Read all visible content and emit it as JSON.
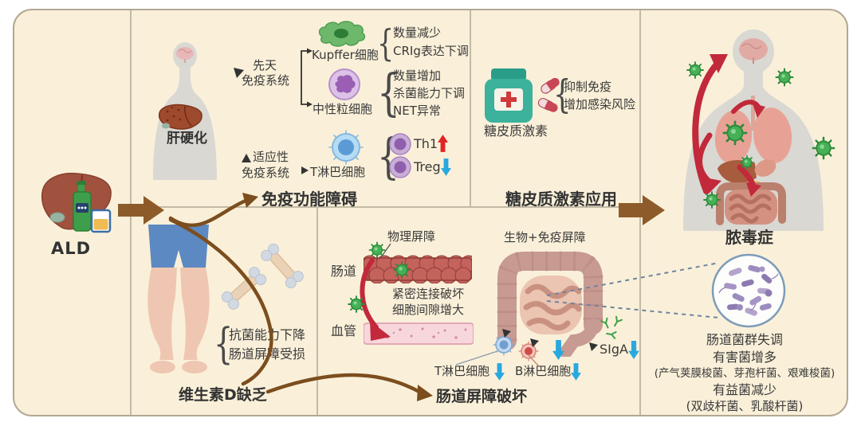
{
  "glyphs": {
    "brace": "{"
  },
  "colors": {
    "background": "#FAF0D9",
    "border": "#B2A893",
    "divider": "#C3BAA6",
    "arrow_brown": "#8D5B2A",
    "curve_brown": "#7C4E1E",
    "arrow_red": "#C2293A",
    "up_red": "#E02424",
    "down_blue": "#29A8E0",
    "virus_green": "#3FAE4E",
    "text": "#3A3A3A"
  },
  "icons": {
    "liver": "liver-icon",
    "bottle": "wine-bottle-icon",
    "glass": "drink-glass-icon",
    "body": "human-silhouette-icon",
    "kupffer": "kupffer-cell-icon",
    "neutrophil": "neutrophil-cell-icon",
    "tcell": "t-lymphocyte-cell-icon",
    "medicine": "medicine-bottle-icon",
    "pills": "capsule-pills-icon",
    "legs": "bowed-legs-icon",
    "bones": "broken-bones-icon",
    "gut_wall": "intestinal-wall-icon",
    "vessel": "blood-vessel-icon",
    "colon": "large-intestine-icon",
    "antibody": "siga-antibody-icon",
    "virus": "bacteria-virus-icon",
    "microbiome": "gut-microbiome-icon"
  },
  "ald": {
    "label": "ALD"
  },
  "immune": {
    "cirrhosis": "肝硬化",
    "innate1": "先天",
    "innate2": "免疫系统",
    "adaptive1": "适应性",
    "adaptive2": "免疫系统",
    "kupffer": "Kupffer细胞",
    "kupffer_effects": [
      "数量减少",
      "CRIg表达下调"
    ],
    "neutrophil": "中性粒细胞",
    "neutrophil_effects": [
      "数量增加",
      "杀菌能力下调",
      "NET异常"
    ],
    "tcell": "T淋巴细胞",
    "th1": "Th1",
    "treg": "Treg",
    "title": "免疫功能障碍"
  },
  "gluco": {
    "drug": "糖皮质激素",
    "effects": [
      "抑制免疫",
      "增加感染风险"
    ],
    "title": "糖皮质激素应用"
  },
  "vitd": {
    "effects": [
      "抗菌能力下降",
      "肠道屏障受损"
    ],
    "title": "维生素D缺乏"
  },
  "gut": {
    "physical": "物理屏障",
    "bio": "生物+免疫屏障",
    "intestine": "肠道",
    "vessel": "血管",
    "tj1": "紧密连接破坏",
    "tj2": "细胞间隙增大",
    "tcell": "T淋巴细胞",
    "bcell": "B淋巴细胞",
    "siga": "SIgA",
    "title": "肠道屏障破坏"
  },
  "sepsis": {
    "title": "脓毒症"
  },
  "micro": {
    "lines": [
      "肠道菌群失调",
      "有害菌增多",
      "(产气荚膜梭菌、芽孢杆菌、艰难梭菌)",
      "有益菌减少",
      "(双歧杆菌、乳酸杆菌)"
    ]
  }
}
